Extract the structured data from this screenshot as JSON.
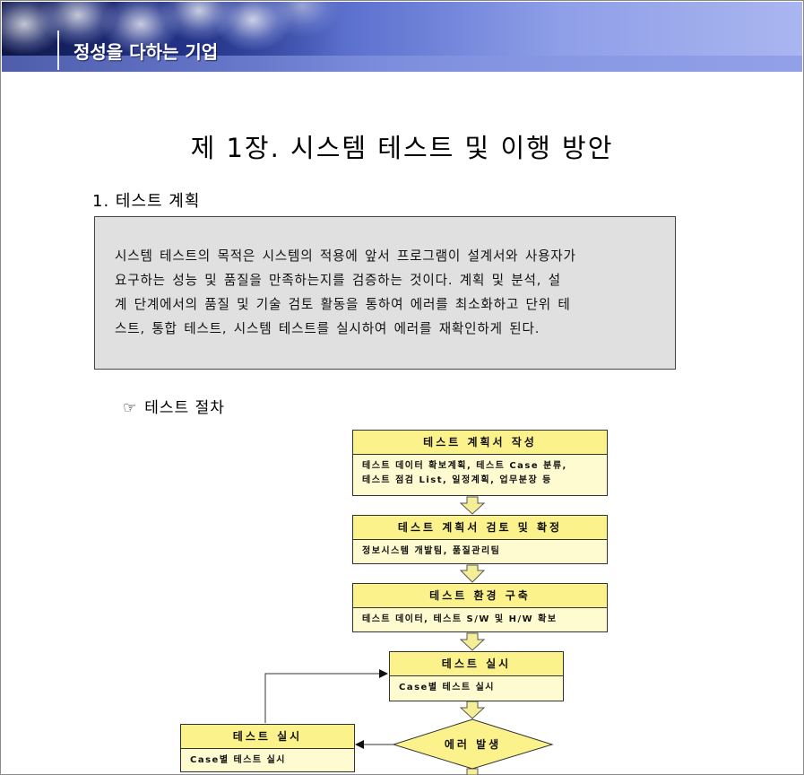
{
  "header": {
    "banner_title": "정성을 다하는 기업"
  },
  "page_title": "제 1장. 시스템 테스트 및 이행 방안",
  "section_heading": "1. 테스트 계획",
  "summary": {
    "lines": [
      "시스템 테스트의 목적은 시스템의 적용에 앞서 프로그램이 설계서와 사용자가",
      "요구하는 성능 및 품질을 만족하는지를 검증하는 것이다.  계획 및 분석, 설",
      "계 단계에서의 품질 및 기술 검토 활동을 통하여 에러를 최소화하고 단위 테",
      "스트, 통합 테스트, 시스템 테스트를 실시하여 에러를 재확인하게 된다."
    ]
  },
  "procedure": {
    "icon": "pointing-hand-icon",
    "glyph": "☞",
    "label": "테스트 절차"
  },
  "flow": {
    "steps": [
      {
        "title": "테스트 계획서 작성",
        "lines": [
          "테스트 데이터 확보계획, 테스트 Case 분류,",
          "테스트 점검 List, 일정계획, 업무분장 등"
        ]
      },
      {
        "title": "테스트 계획서 검토 및 확정",
        "lines": [
          "정보시스템 개발팀, 품질관리팀"
        ]
      },
      {
        "title": "테스트 환경 구축",
        "lines": [
          "테스트 데이터, 테스트 S/W 및 H/W 확보"
        ]
      },
      {
        "title": "테스트 실시",
        "lines": [
          "Case별 테스트 실시"
        ]
      }
    ],
    "decision": {
      "label": "에러 발생"
    },
    "side_step": {
      "title": "테스트 실시",
      "lines": [
        "Case별 테스트 실시"
      ]
    }
  },
  "colors": {
    "box_header": "#fbf28c",
    "box_body": "#fffbd0",
    "arrow_fill": "#f4ee96"
  }
}
